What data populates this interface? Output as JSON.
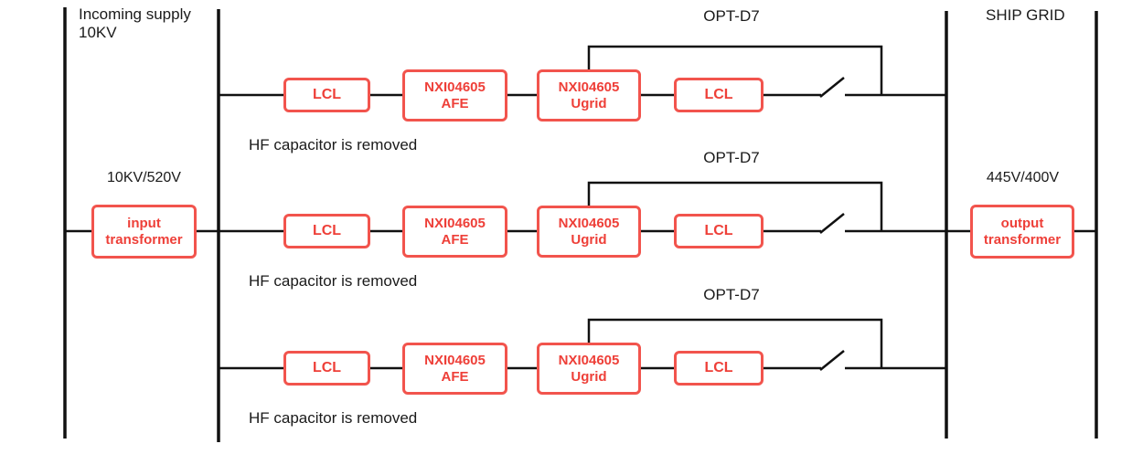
{
  "diagram": {
    "title_context": "Shore-to-ship power conversion single line diagram",
    "incoming": {
      "label_line1": "Incoming supply",
      "label_line2": "10KV",
      "label": "Incoming supply\n10KV"
    },
    "ship_grid_label": "SHIP GRID",
    "input_transformer": {
      "ratio": "10KV/520V",
      "line1": "input",
      "line2": "transformer"
    },
    "output_transformer": {
      "ratio": "445V/400V",
      "line1": "output",
      "line2": "transformer"
    },
    "branches": [
      {
        "opt_label": "OPT-D7",
        "lcl_in": "LCL",
        "afe_line1": "NXI04605",
        "afe_line2": "AFE",
        "ugrid_line1": "NXI04605",
        "ugrid_line2": "Ugrid",
        "lcl_out": "LCL",
        "note": "HF capacitor is removed"
      },
      {
        "opt_label": "OPT-D7",
        "lcl_in": "LCL",
        "afe_line1": "NXI04605",
        "afe_line2": "AFE",
        "ugrid_line1": "NXI04605",
        "ugrid_line2": "Ugrid",
        "lcl_out": "LCL",
        "note": "HF capacitor is removed"
      },
      {
        "opt_label": "OPT-D7",
        "lcl_in": "LCL",
        "afe_line1": "NXI04605",
        "afe_line2": "AFE",
        "ugrid_line1": "NXI04605",
        "ugrid_line2": "Ugrid",
        "lcl_out": "LCL",
        "note": "HF capacitor is removed"
      }
    ],
    "colors": {
      "wire": "#111111",
      "box_border": "#f2544d",
      "box_text": "#ee3f38",
      "label_text": "#1a1a1a",
      "background": "#ffffff"
    }
  }
}
